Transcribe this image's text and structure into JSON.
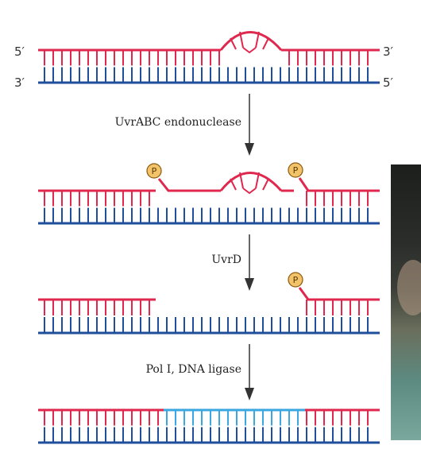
{
  "diagram": {
    "labels": {
      "five_prime": "5′",
      "three_prime": "3′"
    },
    "phosphate": "P",
    "steps": [
      {
        "label": "UvrABC endonuclease"
      },
      {
        "label": "UvrD"
      },
      {
        "label": "Pol I, DNA ligase"
      }
    ],
    "colors": {
      "top_strand": "#e0284f",
      "bottom_strand": "#1f4f9a",
      "repaired_strand": "#3aa7e0",
      "phosphate_fill": "#f3c36a",
      "arrow": "#333333"
    }
  }
}
